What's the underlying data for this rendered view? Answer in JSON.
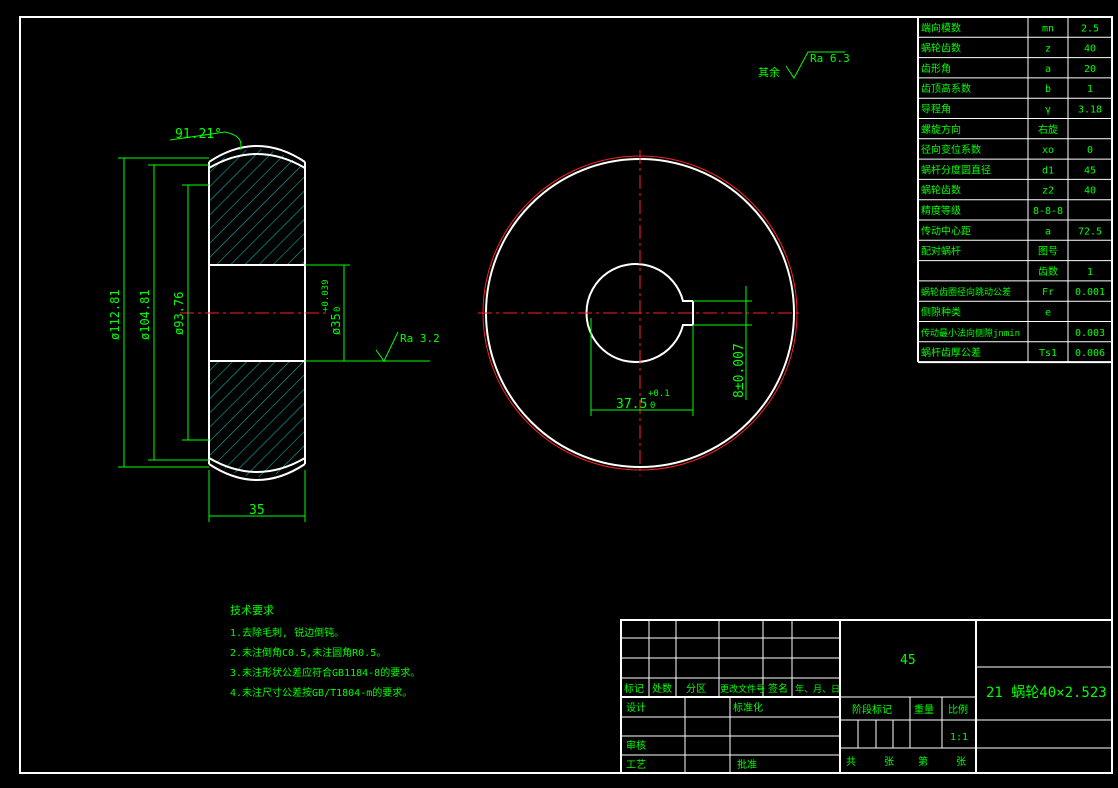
{
  "colors": {
    "background": "#000000",
    "frame": "#ffffff",
    "dimension": "#00ff00",
    "centerline": "#ff2020",
    "hatch": "#00cccc",
    "text": "#00ff00",
    "table_text": "#00ff00"
  },
  "side_view": {
    "angle_label": "91.21°",
    "dim_outer": "ø112.81",
    "dim_mid": "ø104.81",
    "dim_inner": "ø93.76",
    "dim_bore": "ø35",
    "bore_tol_upper": "+0.039",
    "bore_tol_lower": "0",
    "dim_width": "35",
    "roughness": "Ra 3.2"
  },
  "front_view": {
    "dim_keyway_depth": "37.5",
    "keyway_tol_upper": "+0.1",
    "keyway_tol_lower": "0",
    "dim_keyway_width": "8±0.007"
  },
  "surface_finish": {
    "label": "其余",
    "value": "Ra 6.3"
  },
  "param_table": [
    {
      "name": "端向模数",
      "symbol": "mn",
      "value": "2.5"
    },
    {
      "name": "蜗轮齿数",
      "symbol": "z",
      "value": "40"
    },
    {
      "name": "齿形角",
      "symbol": "a",
      "value": "20"
    },
    {
      "name": "齿顶高系数",
      "symbol": "b",
      "value": "1"
    },
    {
      "name": "导程角",
      "symbol": "γ",
      "value": "3.18"
    },
    {
      "name": "螺旋方向",
      "symbol": "右旋",
      "value": ""
    },
    {
      "name": "径向变位系数",
      "symbol": "xo",
      "value": "0"
    },
    {
      "name": "蜗杆分度圆直径",
      "symbol": "d1",
      "value": "45"
    },
    {
      "name": "蜗轮齿数",
      "symbol": "z2",
      "value": "40"
    },
    {
      "name": "精度等级",
      "symbol": "8-8-8",
      "value": ""
    },
    {
      "name": "传动中心距",
      "symbol": "a",
      "value": "72.5"
    },
    {
      "name": "配对蜗杆",
      "symbol": "图号",
      "value": ""
    },
    {
      "name": "",
      "symbol": "齿数",
      "value": "1"
    },
    {
      "name": "蜗轮齿圈径向跳动公差",
      "symbol": "Fr",
      "value": "0.001"
    },
    {
      "name": "侧隙种类",
      "symbol": "e",
      "value": ""
    },
    {
      "name": "传动最小法向侧隙jnmin",
      "symbol": "",
      "value": "0.003"
    },
    {
      "name": "蜗杆齿厚公差",
      "symbol": "Ts1",
      "value": "0.006"
    }
  ],
  "tech_requirements": {
    "title": "技术要求",
    "items": [
      "1.去除毛刺, 锐边倒钝。",
      "2.未注倒角C0.5,未注圆角R0.5。",
      "3.未注形状公差应符合GB1184-8的要求。",
      "4.未注尺寸公差按GB/T1804-m的要求。"
    ]
  },
  "title_block": {
    "material": "45",
    "drawing_title": "21 蜗轮40×2.523",
    "header_cols": [
      "标记",
      "处数",
      "分区",
      "更改文件号",
      "签名",
      "年、月、日"
    ],
    "design": "设计",
    "standardize": "标准化",
    "review": "审核",
    "process": "工艺",
    "approve": "批准",
    "stage_mark": "阶段标记",
    "weight": "重量",
    "scale": "比例",
    "scale_value": "1:1",
    "sheets_total": "共",
    "sheet_unit1": "张",
    "sheet_of": "第",
    "sheet_unit2": "张"
  }
}
